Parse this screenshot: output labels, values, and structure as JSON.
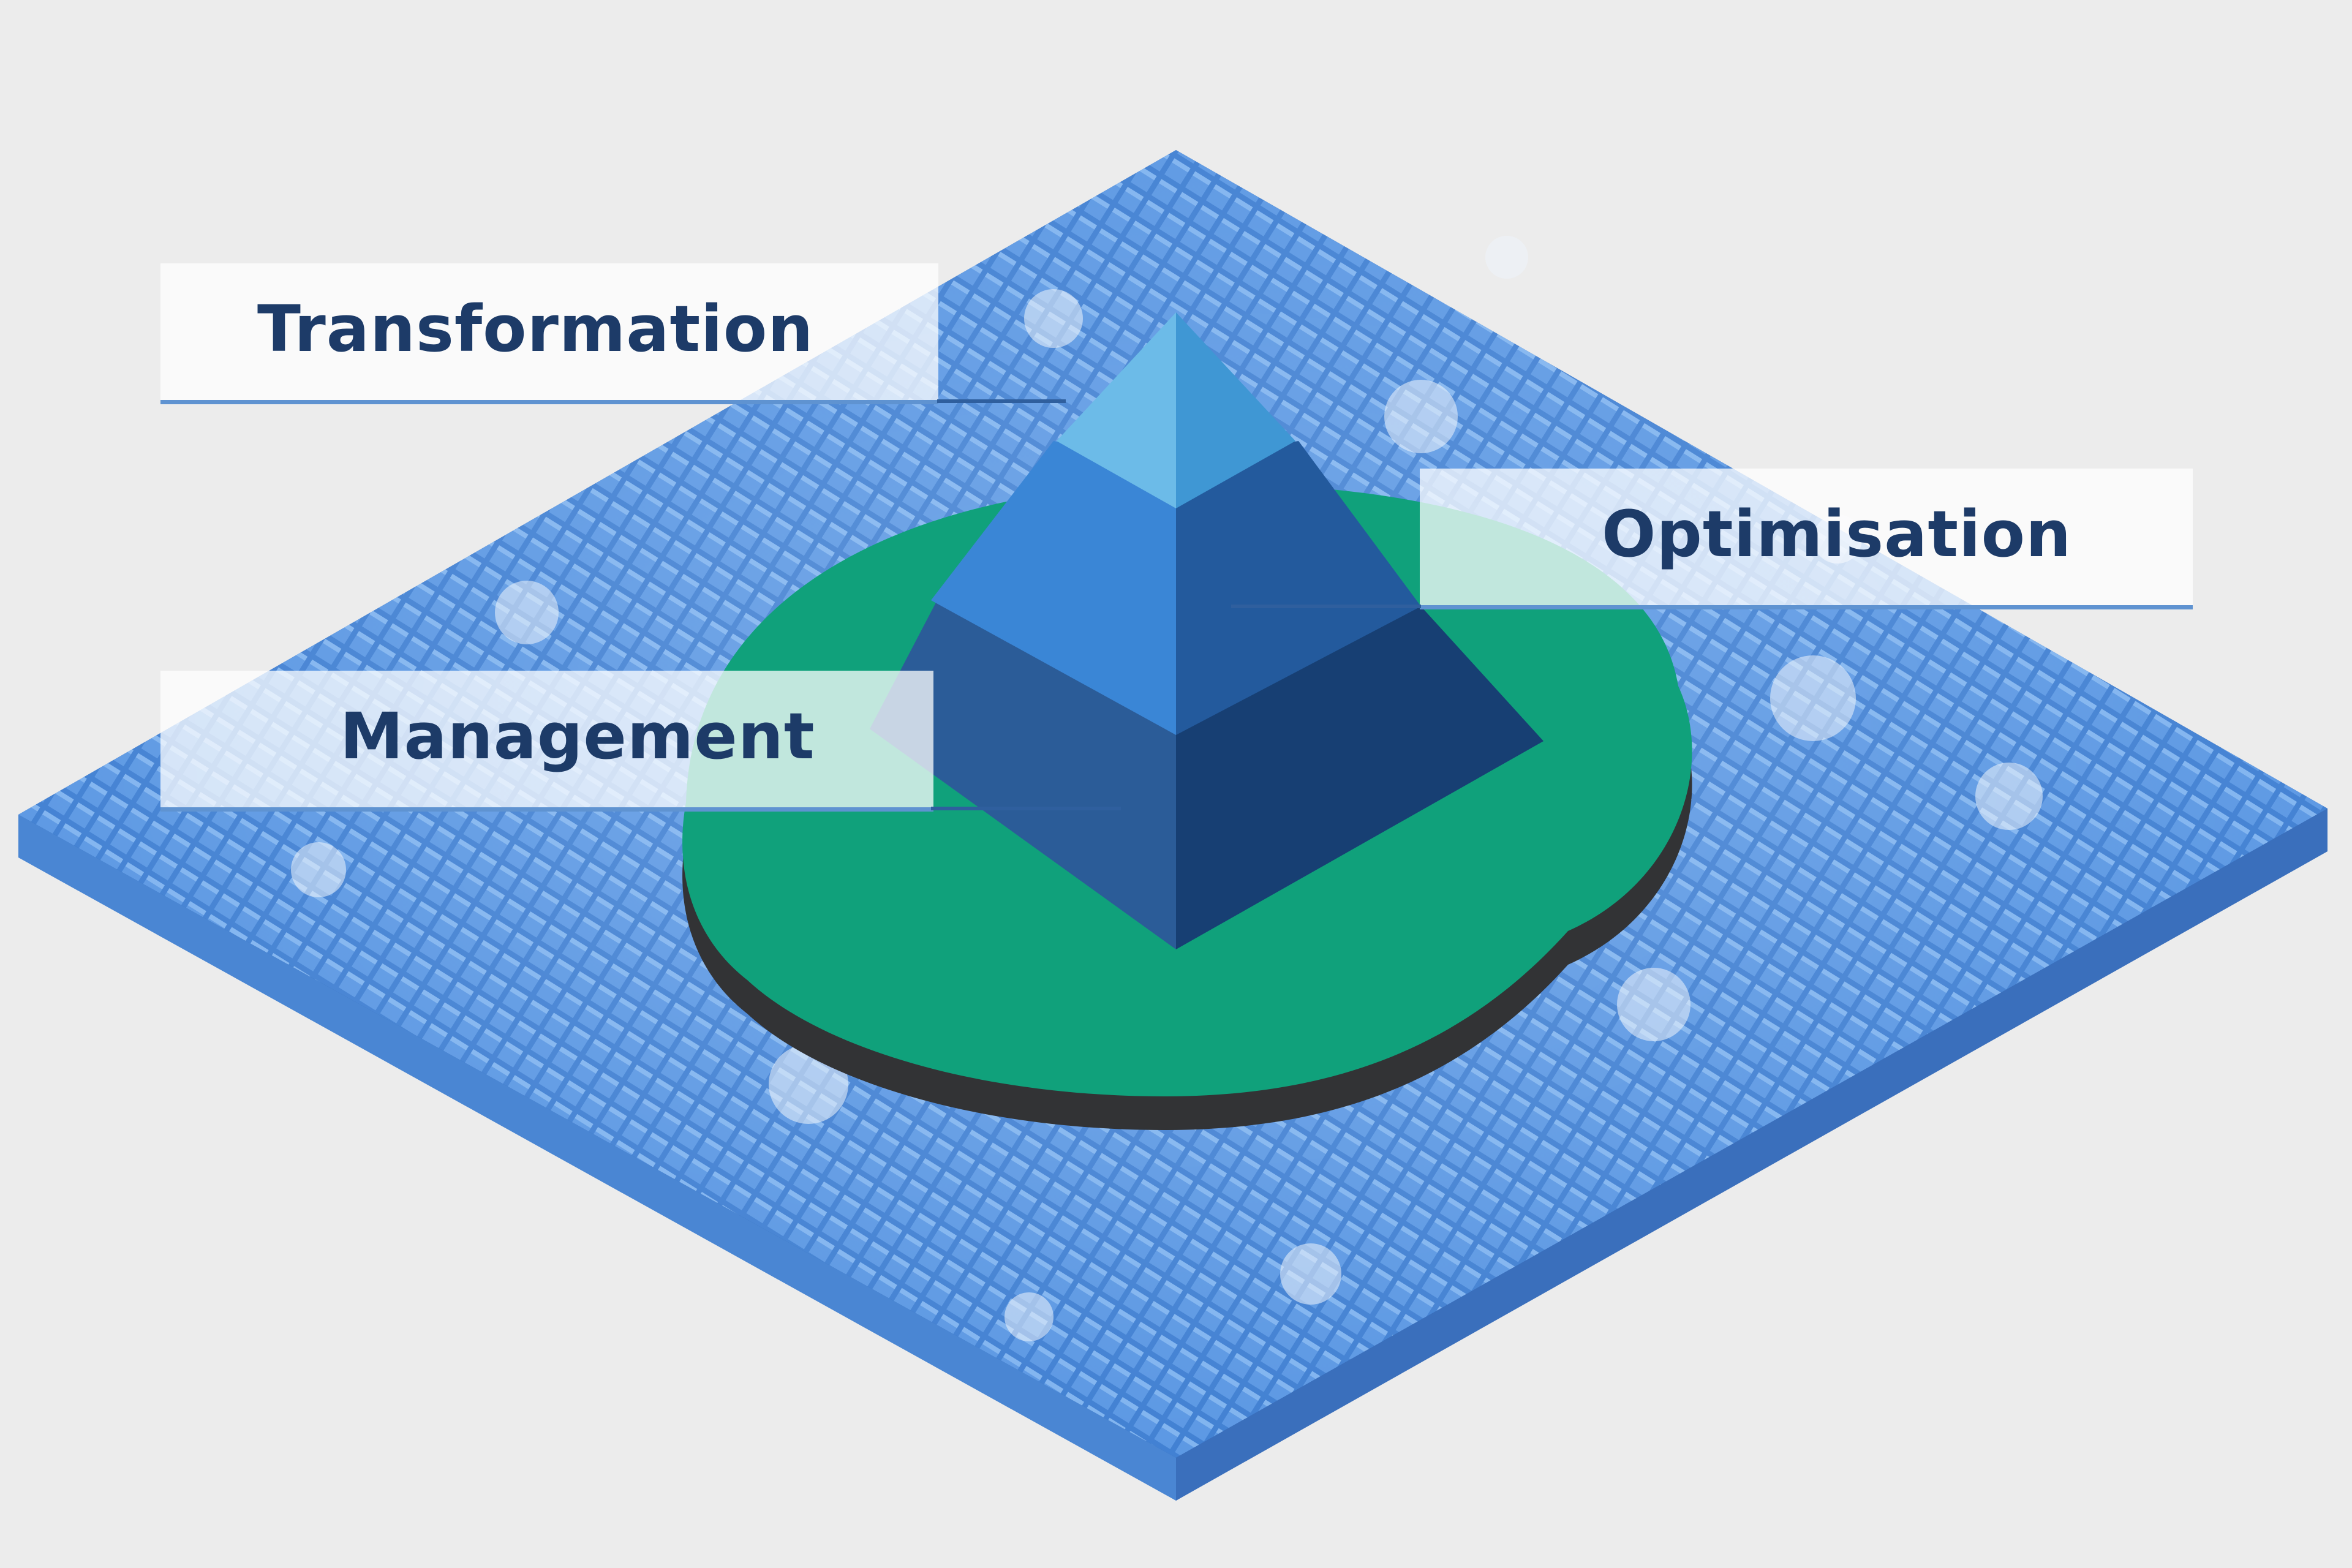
{
  "diagram": {
    "layers": [
      {
        "id": "transformation",
        "label": "Transformation",
        "level": "top",
        "color": "#56a9dd"
      },
      {
        "id": "optimisation",
        "label": "Optimisation",
        "level": "middle",
        "color": "#2f73c2"
      },
      {
        "id": "management",
        "label": "Management",
        "level": "base",
        "color": "#1f4f8b"
      }
    ],
    "colors": {
      "background": "#ececec",
      "water_blue": "#3f7fd2",
      "water_light": "#7fb3ef",
      "island_green": "#10a17b",
      "island_dark": "#323335"
    }
  }
}
